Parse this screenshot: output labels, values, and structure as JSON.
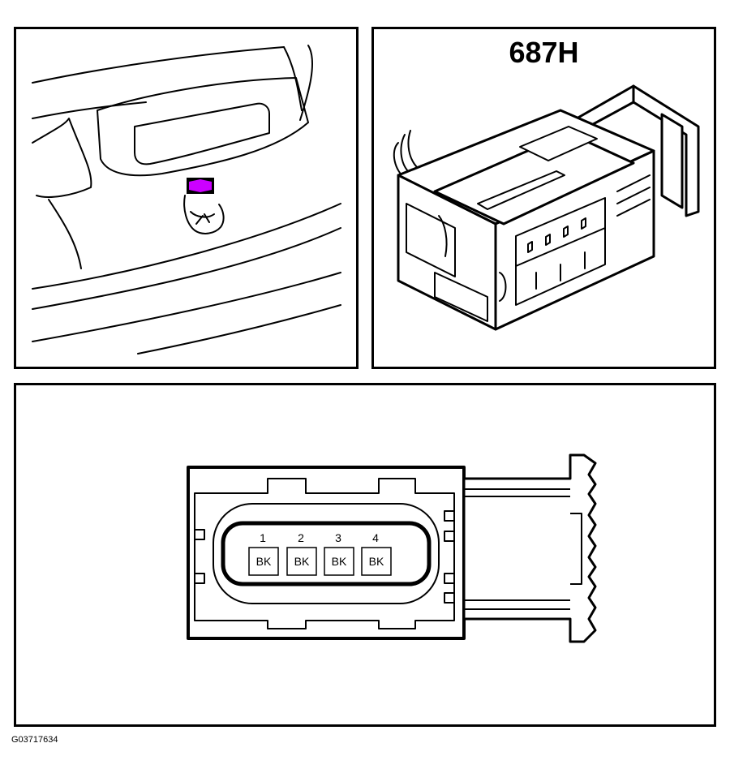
{
  "connector": {
    "id": "687H",
    "highlight_color": "#cc00ff",
    "pins": [
      {
        "number": "1",
        "color": "BK"
      },
      {
        "number": "2",
        "color": "BK"
      },
      {
        "number": "3",
        "color": "BK"
      },
      {
        "number": "4",
        "color": "BK"
      }
    ]
  },
  "figure_code": "G03717634"
}
